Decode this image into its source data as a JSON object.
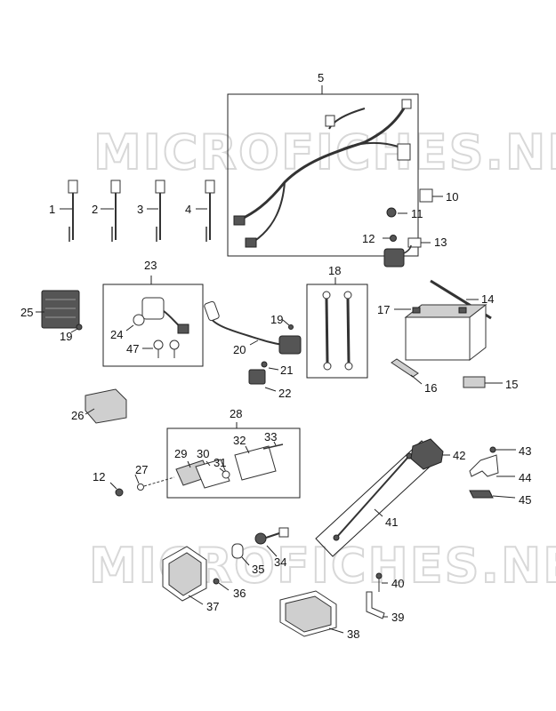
{
  "watermarks": [
    "MICROFICHES.NET",
    "MICROFICHES.NET"
  ],
  "labels": {
    "p1": "1",
    "p2": "2",
    "p3": "3",
    "p4": "4",
    "p5": "5",
    "p10": "10",
    "p11": "11",
    "p12a": "12",
    "p12b": "12",
    "p13": "13",
    "p14": "14",
    "p15": "15",
    "p16": "16",
    "p17": "17",
    "p18": "18",
    "p19a": "19",
    "p19b": "19",
    "p20": "20",
    "p21": "21",
    "p22": "22",
    "p23": "23",
    "p24": "24",
    "p25": "25",
    "p26": "26",
    "p27": "27",
    "p28": "28",
    "p29": "29",
    "p30": "30",
    "p31": "31",
    "p32": "32",
    "p33": "33",
    "p34": "34",
    "p35": "35",
    "p36": "36",
    "p37": "37",
    "p38": "38",
    "p39": "39",
    "p40": "40",
    "p41": "41",
    "p42": "42",
    "p43": "43",
    "p44": "44",
    "p45": "45",
    "p47": "47"
  }
}
